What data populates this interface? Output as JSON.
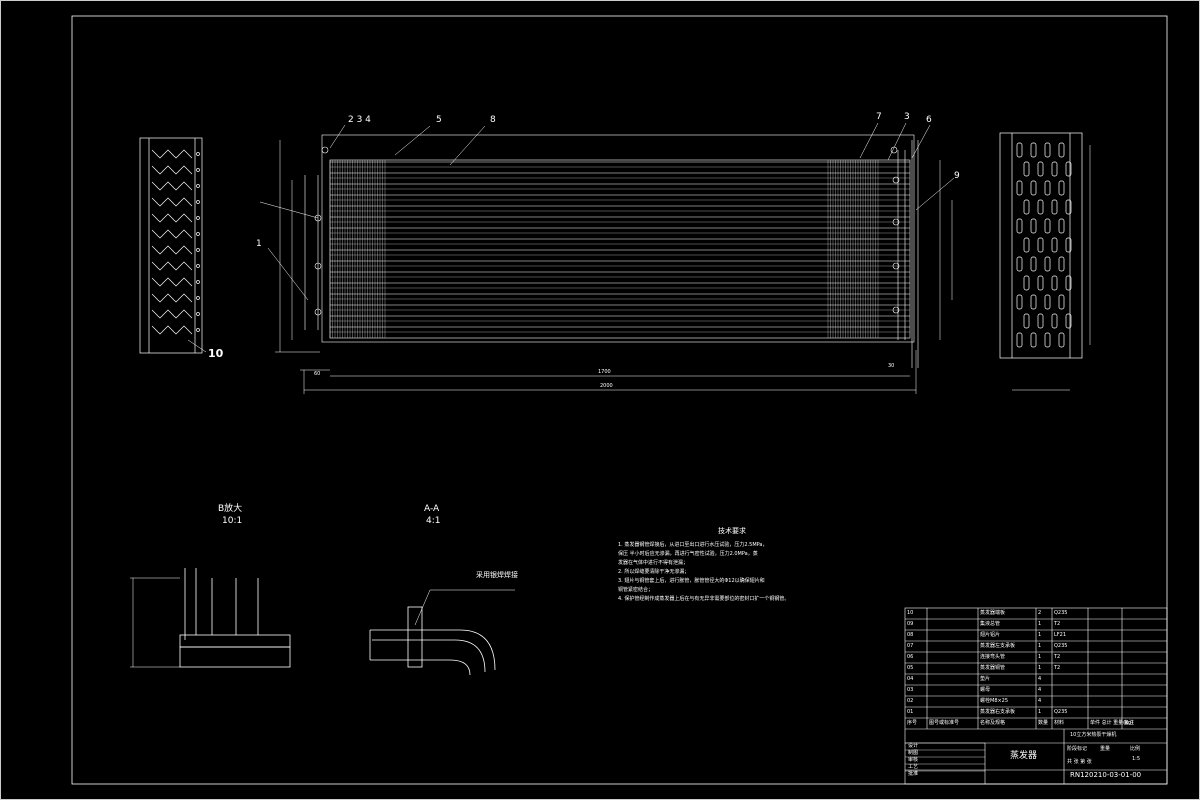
{
  "callouts": {
    "top": [
      "2 3 4",
      "5",
      "8",
      "7",
      "3",
      "6"
    ],
    "left": [
      "1"
    ],
    "right": [
      "9"
    ],
    "left_end_item": "10"
  },
  "front_dims": {
    "total_length": "2000",
    "tube_length": "1700",
    "left_offset": "60",
    "right_offset": "30"
  },
  "detail_b": {
    "title": "B放大",
    "scale": "10:1"
  },
  "section_aa": {
    "title": "A-A",
    "scale": "4:1",
    "note": "采用银焊焊接"
  },
  "tech_req": {
    "title": "技术要求",
    "items": [
      "1. 蒸发器钢管焊接后，从进口至出口进行水压试验，压力2.5MPa，",
      "   保压 半小时后应无渗漏，再进行气密性试验，压力2.0MPa，蒸",
      "   发器在气体中进行不得有泄漏；",
      "2. 所以焊缝要清除干净无渗漏；",
      "3. 翅片与铜管套上后，进行胀管，胀管管径大的Φ12以确保翅片和",
      "   铜管紧密结合；",
      "4. 保护管经制作成蒸发器上后在与有无异非需要部位的密封口扩一个铜钢管。"
    ]
  },
  "bom": {
    "header": [
      "序号",
      "图号或标准号",
      "名称及规格",
      "数量",
      "材料",
      "单件 总计 重量(kg)",
      "备注"
    ],
    "rows": [
      [
        "10",
        "",
        "蒸发器端板",
        "2",
        "Q235",
        "",
        ""
      ],
      [
        "09",
        "",
        "集液总管",
        "1",
        "T2",
        "",
        ""
      ],
      [
        "08",
        "",
        "翅片铝片",
        "1",
        "LF21",
        "",
        ""
      ],
      [
        "07",
        "",
        "蒸发器左支承板",
        "1",
        "Q235",
        "",
        ""
      ],
      [
        "06",
        "",
        "连接弯头管",
        "1",
        "T2",
        "",
        ""
      ],
      [
        "05",
        "",
        "蒸发器铜管",
        "1",
        "T2",
        "",
        ""
      ],
      [
        "04",
        "",
        "垫片",
        "4",
        "",
        "",
        ""
      ],
      [
        "03",
        "",
        "螺母",
        "4",
        "",
        "",
        ""
      ],
      [
        "02",
        "",
        "螺栓M8×25",
        "4",
        "",
        "",
        ""
      ],
      [
        "01",
        "",
        "蒸发器右支承板",
        "1",
        "Q235",
        "",
        ""
      ]
    ]
  },
  "title_block": {
    "project": "10立方米热泵干燥机",
    "name": "蒸发器",
    "drawing_no": "RN120210-03-01-00",
    "left_labels": [
      "设计",
      "制图",
      "审核",
      "工艺",
      "批准"
    ],
    "stage_label": "阶段标记",
    "weight_label": "重量",
    "scale_label": "比例",
    "scale_value": "1:5",
    "sheet_label": "共 张 第 张"
  }
}
